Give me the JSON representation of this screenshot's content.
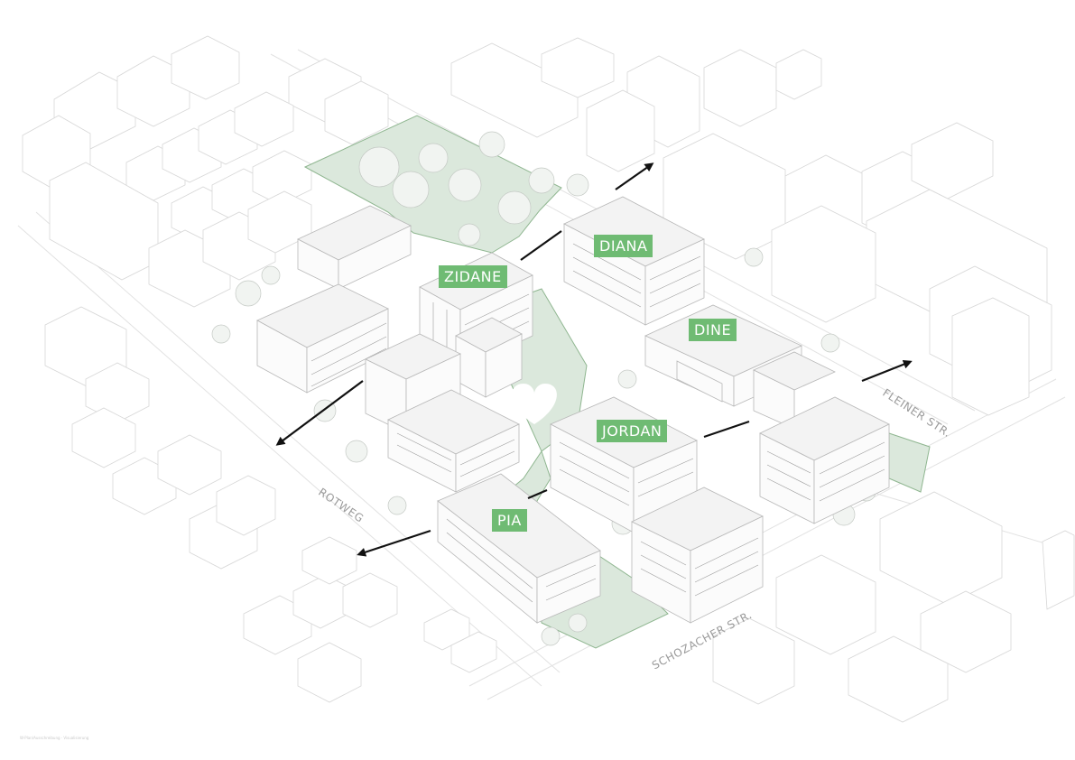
{
  "buildings": [
    {
      "id": "zidane",
      "label": "ZIDANE"
    },
    {
      "id": "diana",
      "label": "DIANA"
    },
    {
      "id": "dine",
      "label": "DINE"
    },
    {
      "id": "jordan",
      "label": "JORDAN"
    },
    {
      "id": "pia",
      "label": "PIA"
    }
  ],
  "streets": {
    "rotweg": "ROTWEG",
    "fleiner": "FLEINER STR.",
    "schozacher": "SCHOZACHER STR."
  },
  "credit": "W·Plan/Ausschreibung · Visualisierung",
  "colors": {
    "label_bg": "#6fbb73",
    "label_text": "#ffffff",
    "green_space": "#dbe8dc",
    "green_outline": "#8fb690",
    "arrow": "#111111"
  },
  "icons": {
    "heart": "heart-icon",
    "arrow": "arrow-icon"
  }
}
